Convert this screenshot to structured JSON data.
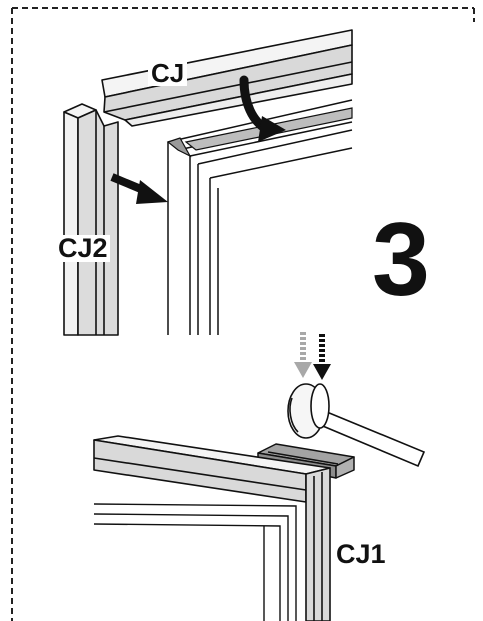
{
  "labels": {
    "cj": "CJ",
    "cj2": "CJ2",
    "cj1": "CJ1",
    "step": "3"
  },
  "colors": {
    "line": "#111111",
    "panel_light": "#f2f2f2",
    "panel_mid": "#d6d6d6",
    "panel_dark": "#9a9a9a",
    "arrow_gray": "#a8a8a8",
    "border_dash": "#222222"
  },
  "icons": {
    "mallet": "rubber-mallet-icon",
    "curved_arrow": "curved-arrow-icon",
    "push_arrow": "push-arrow-icon",
    "strike_arrows": "double-down-arrow-icon"
  }
}
